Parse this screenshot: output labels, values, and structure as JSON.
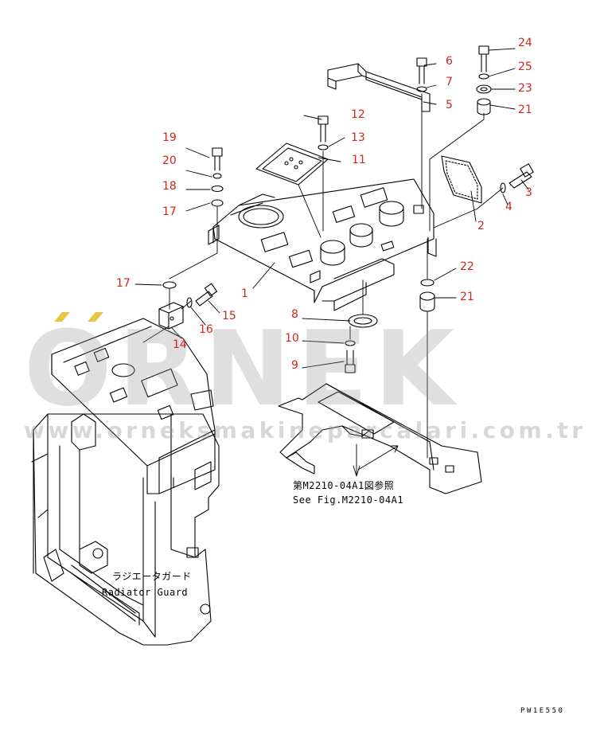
{
  "watermark": {
    "brand": "ORNEK",
    "url": "www.orneksmakineparcalari.com.tr",
    "accent_color": "#e8c547"
  },
  "callouts": [
    {
      "id": "1",
      "label": "1"
    },
    {
      "id": "2",
      "label": "2"
    },
    {
      "id": "3",
      "label": "3"
    },
    {
      "id": "4",
      "label": "4"
    },
    {
      "id": "5",
      "label": "5"
    },
    {
      "id": "6",
      "label": "6"
    },
    {
      "id": "7",
      "label": "7"
    },
    {
      "id": "8",
      "label": "8"
    },
    {
      "id": "9",
      "label": "9"
    },
    {
      "id": "10",
      "label": "10"
    },
    {
      "id": "11",
      "label": "11"
    },
    {
      "id": "12",
      "label": "12"
    },
    {
      "id": "13",
      "label": "13"
    },
    {
      "id": "14",
      "label": "14"
    },
    {
      "id": "15",
      "label": "15"
    },
    {
      "id": "16",
      "label": "16"
    },
    {
      "id": "17a",
      "label": "17"
    },
    {
      "id": "17b",
      "label": "17"
    },
    {
      "id": "18",
      "label": "18"
    },
    {
      "id": "19",
      "label": "19"
    },
    {
      "id": "20",
      "label": "20"
    },
    {
      "id": "21a",
      "label": "21"
    },
    {
      "id": "21b",
      "label": "21"
    },
    {
      "id": "22",
      "label": "22"
    },
    {
      "id": "23",
      "label": "23"
    },
    {
      "id": "24",
      "label": "24"
    },
    {
      "id": "25",
      "label": "25"
    }
  ],
  "notes": {
    "see_fig_jp": "第M2210-04A1図参照",
    "see_fig_en": "See Fig.M2210-04A1",
    "radiator_jp": "ラジエータガード",
    "radiator_en": "Radiator Guard"
  },
  "drawing_code": "PW1E550",
  "colors": {
    "callout": "#d0261d",
    "line": "#000000",
    "watermark": "#969696"
  }
}
